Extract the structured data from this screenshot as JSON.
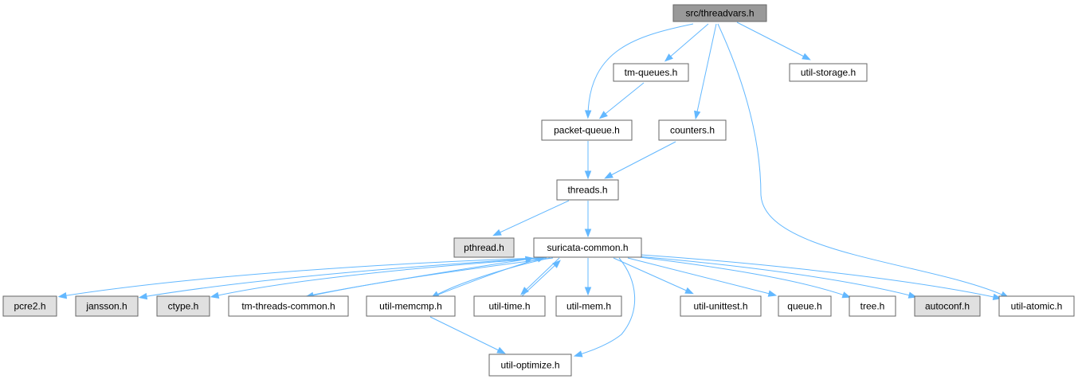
{
  "colors": {
    "root_fill": "#999999",
    "missing_fill": "#e0e0e0",
    "normal_fill": "#ffffff",
    "border": "#666666",
    "edge": "#63b8ff"
  },
  "nodes": [
    {
      "id": "threadvars",
      "label": "src/threadvars.h",
      "kind": "root"
    },
    {
      "id": "tmqueues",
      "label": "tm-queues.h",
      "kind": "normal"
    },
    {
      "id": "utilstorage",
      "label": "util-storage.h",
      "kind": "normal"
    },
    {
      "id": "packetqueue",
      "label": "packet-queue.h",
      "kind": "normal"
    },
    {
      "id": "counters",
      "label": "counters.h",
      "kind": "normal"
    },
    {
      "id": "threads",
      "label": "threads.h",
      "kind": "normal"
    },
    {
      "id": "pthread",
      "label": "pthread.h",
      "kind": "missing"
    },
    {
      "id": "suricata",
      "label": "suricata-common.h",
      "kind": "normal"
    },
    {
      "id": "pcre2",
      "label": "pcre2.h",
      "kind": "missing"
    },
    {
      "id": "jansson",
      "label": "jansson.h",
      "kind": "missing"
    },
    {
      "id": "ctype",
      "label": "ctype.h",
      "kind": "missing"
    },
    {
      "id": "tmthreads",
      "label": "tm-threads-common.h",
      "kind": "normal"
    },
    {
      "id": "utilmemcmp",
      "label": "util-memcmp.h",
      "kind": "normal"
    },
    {
      "id": "utiltime",
      "label": "util-time.h",
      "kind": "normal"
    },
    {
      "id": "utilmem",
      "label": "util-mem.h",
      "kind": "normal"
    },
    {
      "id": "utilunittest",
      "label": "util-unittest.h",
      "kind": "normal"
    },
    {
      "id": "queue",
      "label": "queue.h",
      "kind": "normal"
    },
    {
      "id": "tree",
      "label": "tree.h",
      "kind": "normal"
    },
    {
      "id": "autoconf",
      "label": "autoconf.h",
      "kind": "missing"
    },
    {
      "id": "utilatomic",
      "label": "util-atomic.h",
      "kind": "normal"
    },
    {
      "id": "utiloptimize",
      "label": "util-optimize.h",
      "kind": "normal"
    }
  ],
  "edges": [
    {
      "from": "threadvars",
      "to": "tmqueues"
    },
    {
      "from": "threadvars",
      "to": "utilstorage"
    },
    {
      "from": "threadvars",
      "to": "packetqueue"
    },
    {
      "from": "threadvars",
      "to": "counters"
    },
    {
      "from": "threadvars",
      "to": "utilatomic"
    },
    {
      "from": "tmqueues",
      "to": "packetqueue"
    },
    {
      "from": "packetqueue",
      "to": "threads"
    },
    {
      "from": "counters",
      "to": "threads"
    },
    {
      "from": "threads",
      "to": "pthread"
    },
    {
      "from": "threads",
      "to": "suricata"
    },
    {
      "from": "suricata",
      "to": "pcre2"
    },
    {
      "from": "suricata",
      "to": "jansson"
    },
    {
      "from": "suricata",
      "to": "ctype"
    },
    {
      "from": "suricata",
      "to": "tmthreads"
    },
    {
      "from": "suricata",
      "to": "utilmemcmp"
    },
    {
      "from": "suricata",
      "to": "utiltime"
    },
    {
      "from": "suricata",
      "to": "utilmem"
    },
    {
      "from": "suricata",
      "to": "utilunittest"
    },
    {
      "from": "suricata",
      "to": "queue"
    },
    {
      "from": "suricata",
      "to": "tree"
    },
    {
      "from": "suricata",
      "to": "autoconf"
    },
    {
      "from": "suricata",
      "to": "utilatomic"
    },
    {
      "from": "suricata",
      "to": "utiloptimize"
    },
    {
      "from": "tmthreads",
      "to": "suricata"
    },
    {
      "from": "utilmemcmp",
      "to": "suricata"
    },
    {
      "from": "utiltime",
      "to": "suricata"
    },
    {
      "from": "utilmemcmp",
      "to": "utiloptimize"
    }
  ]
}
